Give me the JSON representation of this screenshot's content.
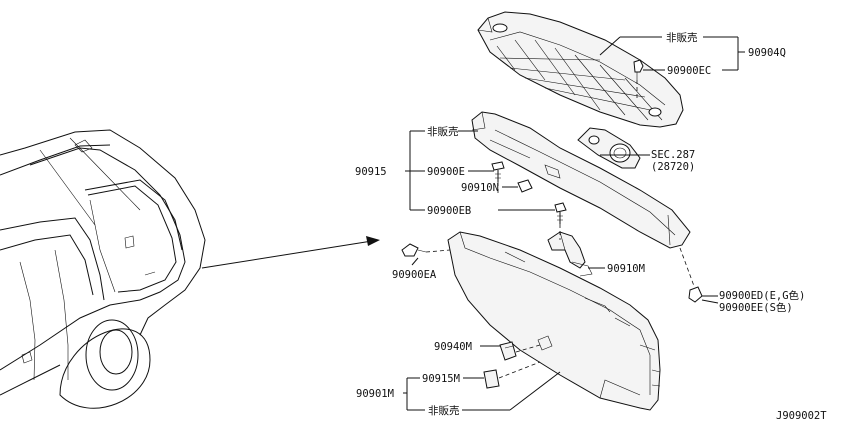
{
  "diagram_id": "J909002T",
  "callouts": {
    "not_for_sale_top": "非販売",
    "p90904Q": "90904Q",
    "p90900EC": "90900EC",
    "not_for_sale_mid": "非販売",
    "p90915": "90915",
    "p90900E": "90900E",
    "p90910N": "90910N",
    "p90900EB": "90900EB",
    "sec287": "SEC.287",
    "sec287_ref": "(28720)",
    "p90900EA": "90900EA",
    "p90910M": "90910M",
    "p90900ED": "90900ED(E,G色)",
    "p90900EE": "90900EE(S色)",
    "p90940M": "90940M",
    "p90915M": "90915M",
    "p90901M": "90901M",
    "not_for_sale_bot": "非販売"
  }
}
